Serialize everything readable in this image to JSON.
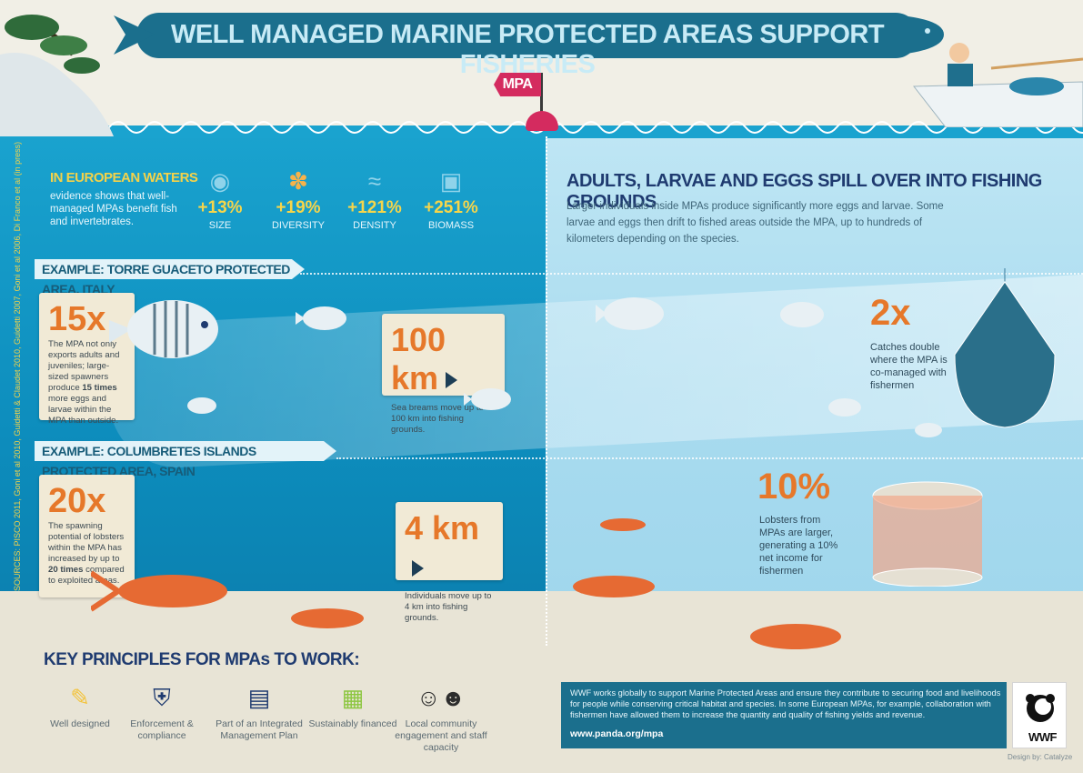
{
  "title": "WELL MANAGED MARINE PROTECTED AREAS SUPPORT FISHERIES",
  "mpa_label": "MPA",
  "europe": {
    "heading": "IN EUROPEAN WATERS",
    "text": "evidence shows that well-managed MPAs benefit fish and invertebrates.",
    "stats": [
      {
        "value": "+13%",
        "label": "SIZE",
        "icon": "fish-ruler-icon"
      },
      {
        "value": "+19%",
        "label": "DIVERSITY",
        "icon": "mixed-fish-icon"
      },
      {
        "value": "+121%",
        "label": "DENSITY",
        "icon": "fish-school-icon"
      },
      {
        "value": "+251%",
        "label": "BIOMASS",
        "icon": "weight-icon"
      }
    ]
  },
  "sources": "SOURCES: PISCO 2011, Goni et al 2010, Guidetti & Claudet 2010, Guidetti 2007, Goni et al 2006, Di Franco et al (in press)",
  "example1": {
    "heading": "EXAMPLE: TORRE GUACETO PROTECTED AREA, ITALY",
    "big": "15x",
    "text_pre": "The MPA not only exports adults and juveniles; large-sized spawners produce ",
    "text_bold": "15 times",
    "text_post": " more eggs and larvae within the MPA than outside.",
    "distance": "100 km",
    "distance_text": "Sea breams move up to 100 km into fishing grounds."
  },
  "example2": {
    "heading": "EXAMPLE: COLUMBRETES ISLANDS PROTECTED AREA, SPAIN",
    "big": "20x",
    "text_pre": "The spawning potential of lobsters within the MPA has increased by up to ",
    "text_bold": "20 times",
    "text_post": " compared to exploited areas.",
    "distance": "4 km",
    "distance_text": "Individuals move up to 4 km into fishing grounds."
  },
  "right": {
    "heading": "ADULTS, LARVAE AND EGGS SPILL OVER INTO FISHING GROUNDS",
    "text": "Larger individuals inside MPAs produce significantly more eggs and larvae. Some larvae and eggs then drift to fished areas outside the MPA, up to hundreds of kilometers depending on the species.",
    "stat1": {
      "value": "2x",
      "text": "Catches double where the MPA is co-managed with fishermen"
    },
    "stat2": {
      "value": "10%",
      "text": "Lobsters from MPAs are larger, generating a 10% net income for fishermen"
    }
  },
  "principles": {
    "heading": "KEY PRINCIPLES FOR MPAs TO WORK:",
    "items": [
      {
        "label": "Well designed",
        "icon": "ruler-pencil-icon"
      },
      {
        "label": "Enforcement & compliance",
        "icon": "badge-icon"
      },
      {
        "label": "Part of an Integrated Management Plan",
        "icon": "book-icon"
      },
      {
        "label": "Sustainably financed",
        "icon": "money-icon"
      },
      {
        "label": "Local community engagement and staff capacity",
        "icon": "people-icon"
      }
    ]
  },
  "wwf": {
    "text": "WWF works globally to support Marine Protected Areas and ensure they contribute to securing food and livelihoods for people while conserving critical habitat and species. In some European MPAs, for example, collaboration with fishermen have allowed them to increase the quantity and quality of fishing yields and revenue.",
    "url": "www.panda.org/mpa",
    "logo": "WWF"
  },
  "credit": "Design by: Catalyze",
  "colors": {
    "accent": "#e6782a",
    "yellow": "#f6d54a",
    "navy": "#1f3b70",
    "teal": "#1b6f8d",
    "pink": "#d42b5f"
  }
}
